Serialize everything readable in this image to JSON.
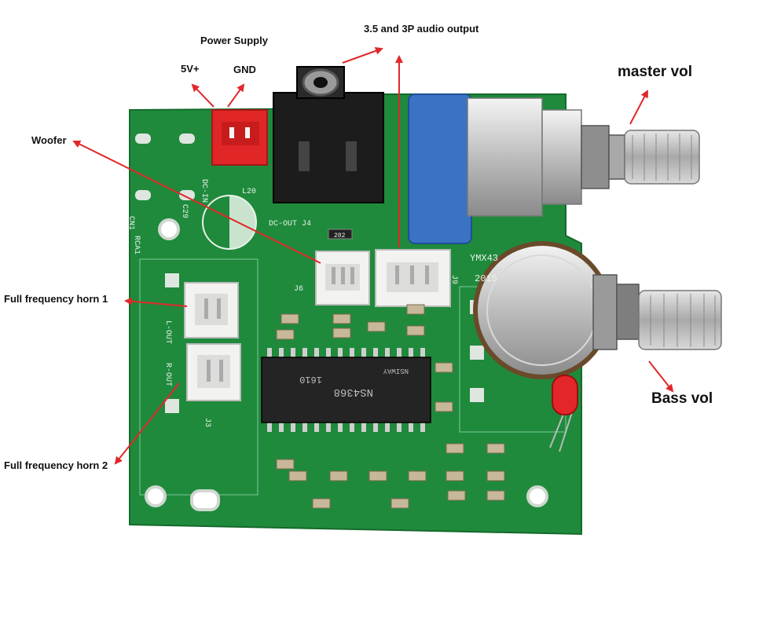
{
  "labels": {
    "power_supply": "Power Supply",
    "v5_plus": "5V+",
    "gnd": "GND",
    "audio_output": "3.5 and 3P audio output",
    "master_vol": "master vol",
    "woofer": "Woofer",
    "full_freq_horn_1": "Full frequency horn 1",
    "full_freq_horn_2": "Full frequency horn 2",
    "bass_vol": "Bass vol"
  },
  "board_silkscreen": {
    "cn1": "CN1",
    "rca1": "RCA1",
    "c29": "C29",
    "dc_in": "DC-IN",
    "l20": "L20",
    "dc_out": "DC-OUT",
    "j4": "J4",
    "r_282": "282",
    "j6": "J6",
    "j9": "J9",
    "model": "YMX43",
    "year": "2015",
    "l_out": "L-OUT",
    "r_out": "R-OUT",
    "j3": "J3",
    "chip": "NS4368",
    "chip_code": "1610",
    "brand": "NSIWAY"
  },
  "colors": {
    "pcb": "#1f8a3c",
    "pcb_dark": "#17702f",
    "arrow": "#e0282a",
    "connector": "#f2f2f0",
    "power_connector": "#e02626",
    "pot_blue": "#3a72c4",
    "metal": "#c9c9c9"
  }
}
